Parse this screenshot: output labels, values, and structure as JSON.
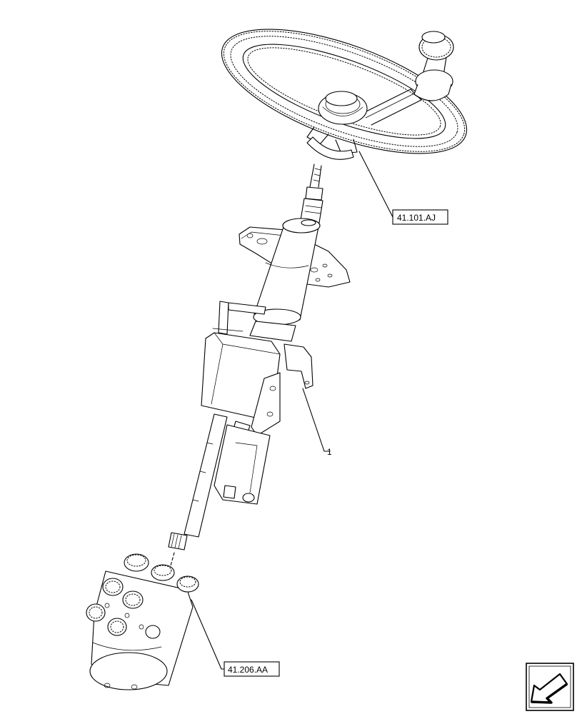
{
  "callouts": {
    "steering_wheel_ref": "41.101.AJ",
    "column_item": "1",
    "steering_unit_ref": "41.206.AA"
  },
  "icons": {
    "corner": "navigation-arrow-icon"
  }
}
